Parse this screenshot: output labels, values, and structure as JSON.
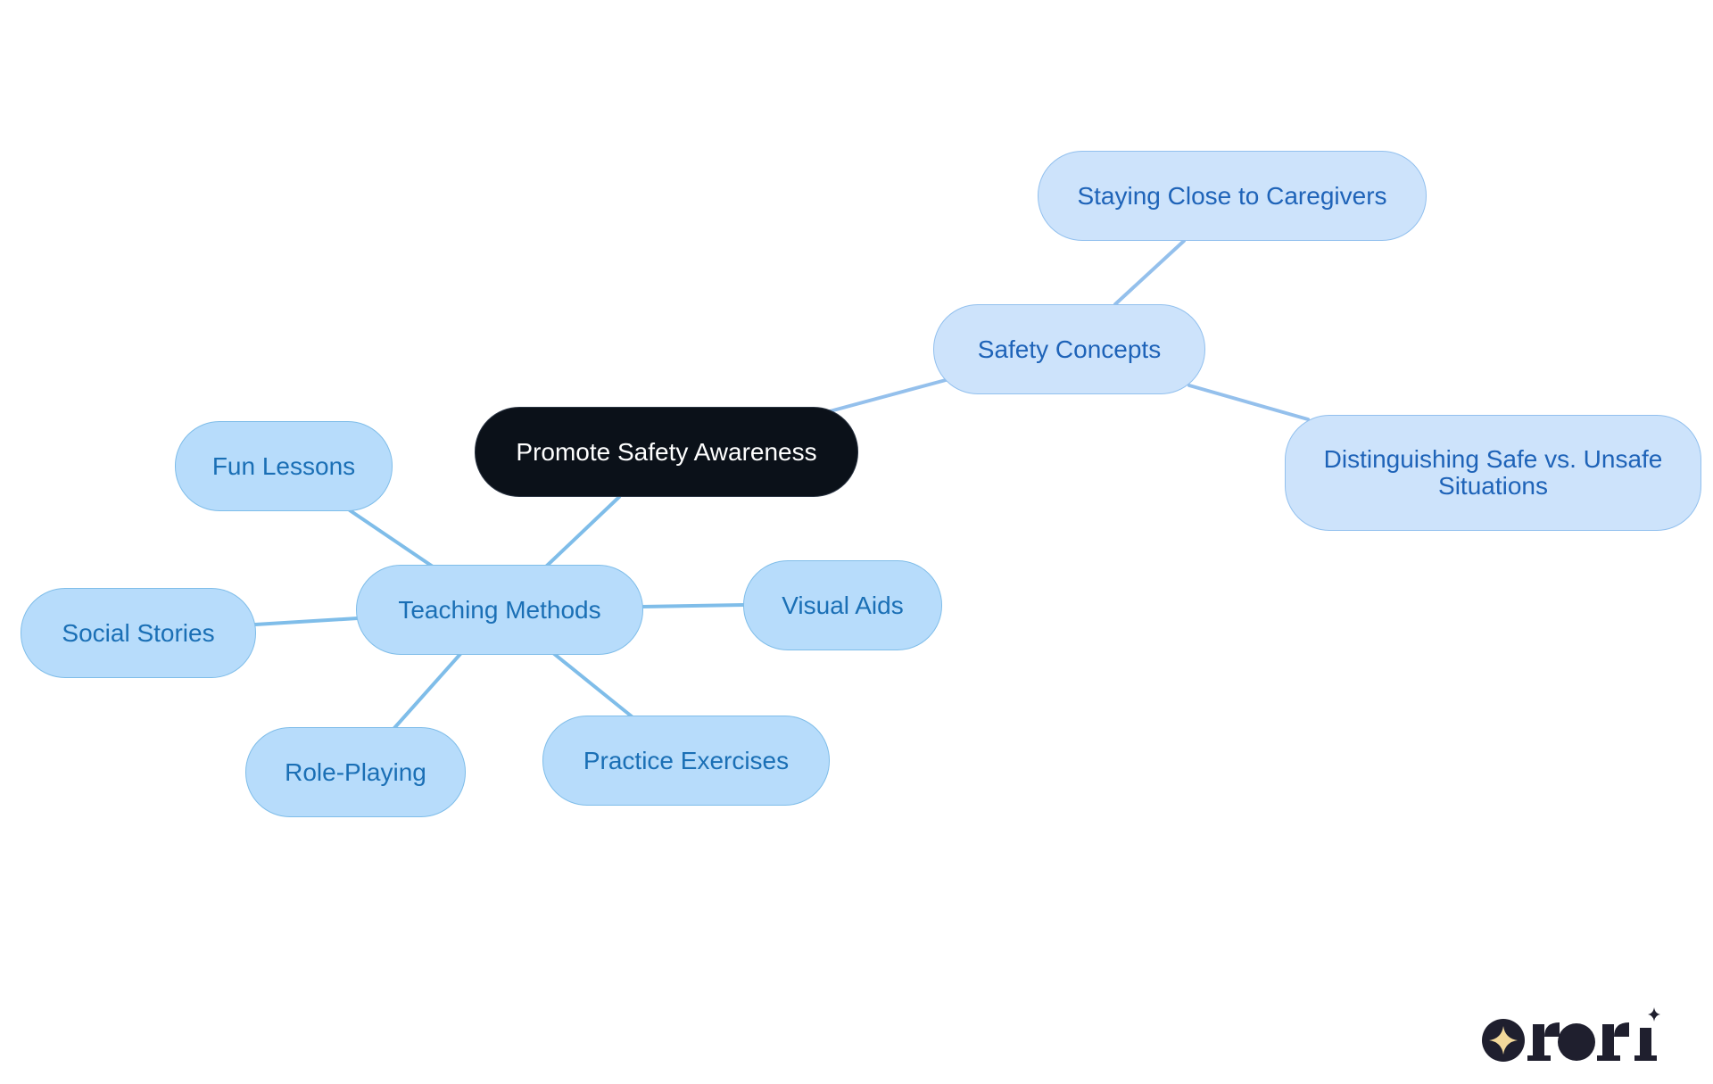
{
  "diagram": {
    "nodes": {
      "root": "Promote Safety Awareness",
      "safety_concepts": "Safety Concepts",
      "staying_close": "Staying Close to Caregivers",
      "distinguishing": "Distinguishing Safe vs. Unsafe Situations",
      "teaching_methods": "Teaching Methods",
      "fun_lessons": "Fun Lessons",
      "social_stories": "Social Stories",
      "visual_aids": "Visual Aids",
      "practice_exercises": "Practice Exercises",
      "role_playing": "Role-Playing"
    },
    "edges": [
      {
        "from": "root",
        "to": "safety_concepts"
      },
      {
        "from": "safety_concepts",
        "to": "staying_close"
      },
      {
        "from": "safety_concepts",
        "to": "distinguishing"
      },
      {
        "from": "root",
        "to": "teaching_methods"
      },
      {
        "from": "teaching_methods",
        "to": "fun_lessons"
      },
      {
        "from": "teaching_methods",
        "to": "social_stories"
      },
      {
        "from": "teaching_methods",
        "to": "visual_aids"
      },
      {
        "from": "teaching_methods",
        "to": "practice_exercises"
      },
      {
        "from": "teaching_methods",
        "to": "role_playing"
      }
    ],
    "colors": {
      "root_fill": "#0b1119",
      "branch_a_fill": "#cde3fb",
      "branch_a_edge": "#94c0ec",
      "branch_b_fill": "#b7dcfb",
      "branch_b_edge": "#7fbde9"
    }
  },
  "logo": {
    "brand": "rori",
    "icon": "sparkle-icon",
    "colors": {
      "dark": "#1f1f2e",
      "star": "#f3d99b"
    }
  }
}
